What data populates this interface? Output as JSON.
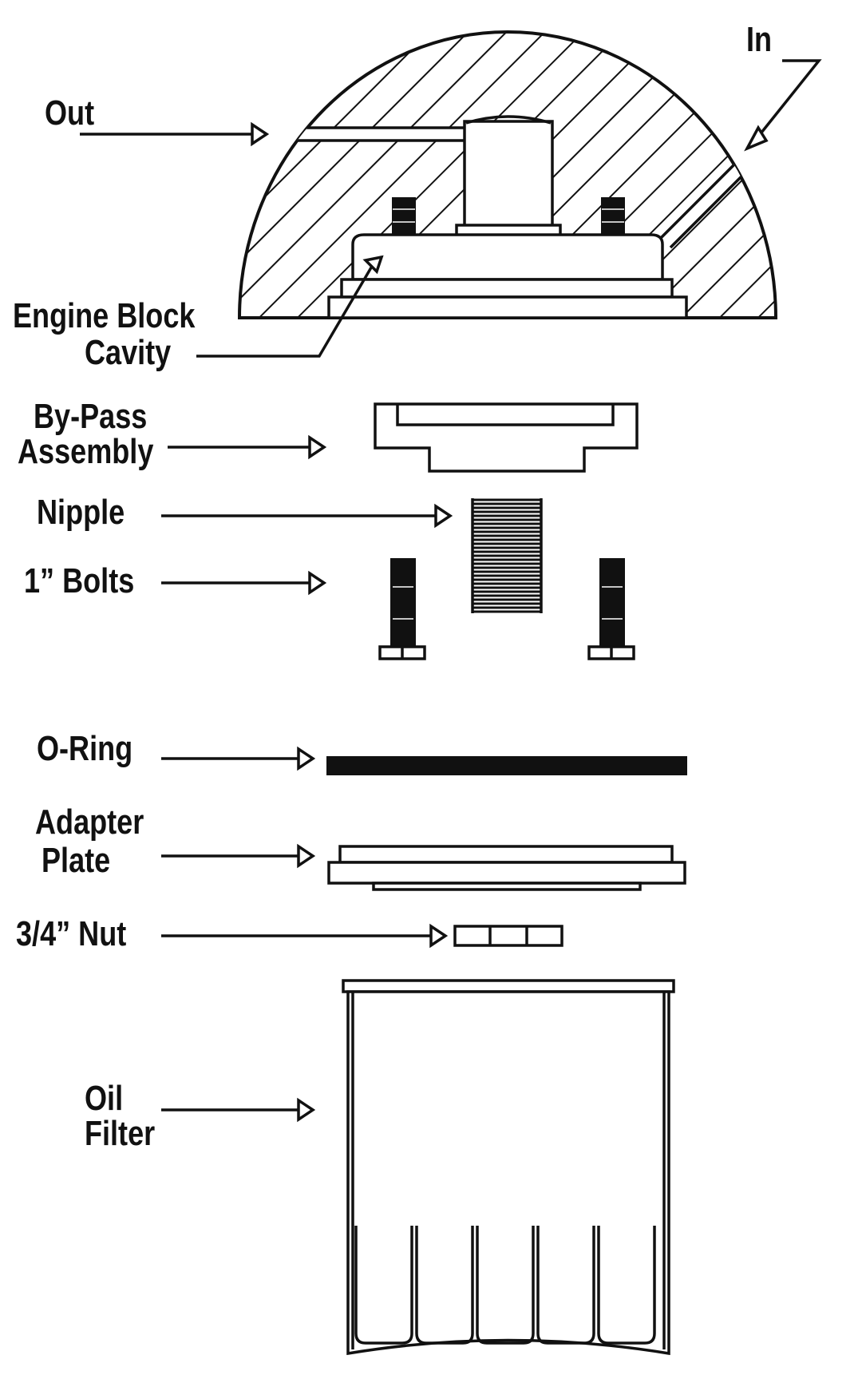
{
  "labels": {
    "in": "In",
    "out": "Out",
    "engine_block_line1": "Engine Block",
    "engine_block_line2": "Cavity",
    "bypass_line1": "By-Pass",
    "bypass_line2": "Assembly",
    "nipple": "Nipple",
    "bolts": "1” Bolts",
    "oring": "O-Ring",
    "adapter_line1": "Adapter",
    "adapter_line2": "Plate",
    "nut": "3/4” Nut",
    "filter_line1": "Oil",
    "filter_line2": "Filter"
  },
  "colors": {
    "ink": "#111111",
    "paper": "#ffffff"
  }
}
